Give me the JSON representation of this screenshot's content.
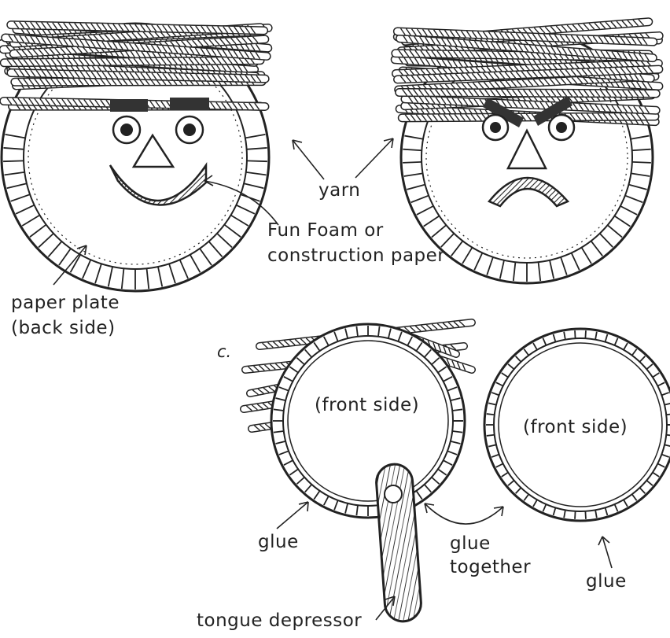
{
  "labels": {
    "yarn": "yarn",
    "fun_foam_line1": "Fun Foam or",
    "fun_foam_line2": "construction paper",
    "paper_plate_line1": "paper plate",
    "paper_plate_line2": "(back side)",
    "step_c": "c.",
    "front_side_left": "(front side)",
    "front_side_right": "(front side)",
    "glue_left": "glue",
    "glue_together_line1": "glue",
    "glue_together_line2": "together",
    "glue_right": "glue",
    "tongue_depressor": "tongue depressor"
  },
  "colors": {
    "ink": "#222222",
    "paper": "#ffffff",
    "foam": "#444444"
  }
}
